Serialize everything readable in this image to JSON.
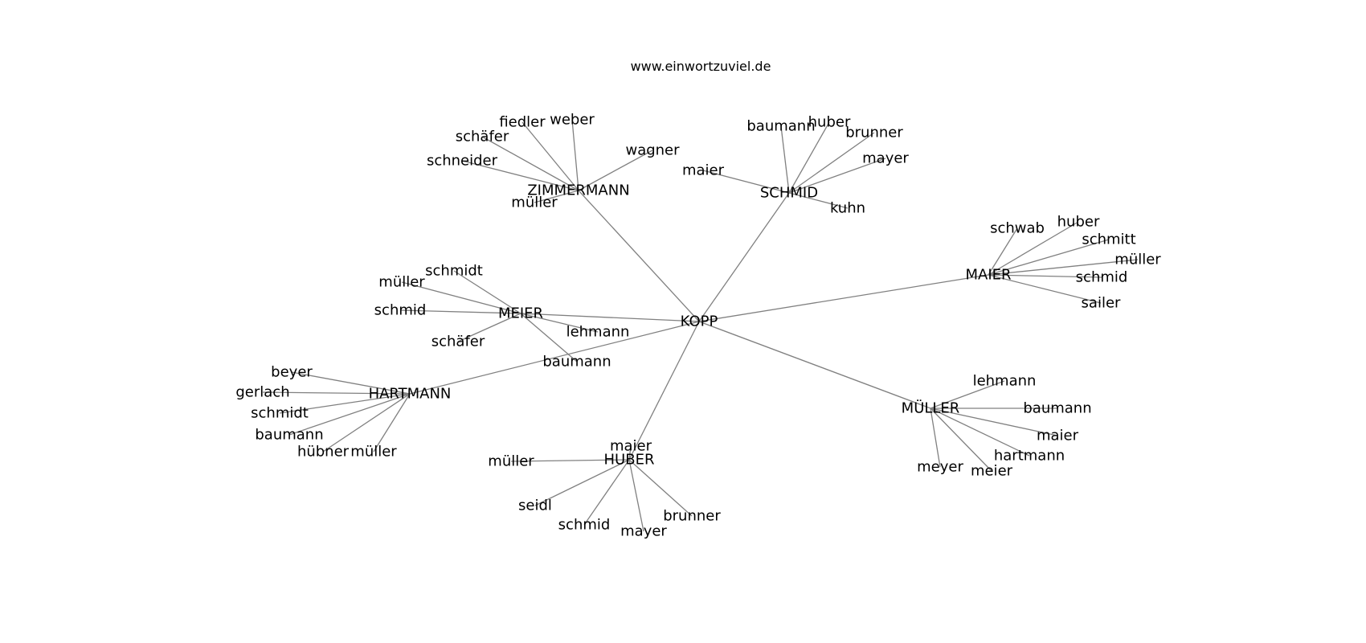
{
  "title": "www.einwortzuviel.de",
  "colors": {
    "edge": "#808080",
    "text": "#000000",
    "background": "#ffffff"
  },
  "graph": {
    "root": "KOPP",
    "clusters": [
      {
        "id": "zimmermann",
        "hub": "ZIMMERMANN",
        "leaves": [
          "fiedler",
          "weber",
          "schäfer",
          "wagner",
          "schneider",
          "müller"
        ]
      },
      {
        "id": "schmid",
        "hub": "SCHMID",
        "leaves": [
          "baumann",
          "huber",
          "brunner",
          "mayer",
          "maier",
          "kuhn"
        ]
      },
      {
        "id": "maier",
        "hub": "MAIER",
        "leaves": [
          "schwab",
          "huber",
          "schmitt",
          "müller",
          "schmid",
          "sailer"
        ]
      },
      {
        "id": "meier",
        "hub": "MEIER",
        "leaves": [
          "schmidt",
          "müller",
          "schmid",
          "schäfer",
          "lehmann",
          "baumann"
        ]
      },
      {
        "id": "hartmann",
        "hub": "HARTMANN",
        "leaves": [
          "beyer",
          "gerlach",
          "schmidt",
          "baumann",
          "hübner",
          "müller"
        ]
      },
      {
        "id": "huber",
        "hub": "HUBER",
        "leaves": [
          "maier",
          "müller",
          "seidl",
          "schmid",
          "mayer",
          "brunner"
        ]
      },
      {
        "id": "mueller",
        "hub": "MÜLLER",
        "leaves": [
          "lehmann",
          "baumann",
          "maier",
          "hartmann",
          "meyer",
          "meier"
        ]
      }
    ]
  }
}
